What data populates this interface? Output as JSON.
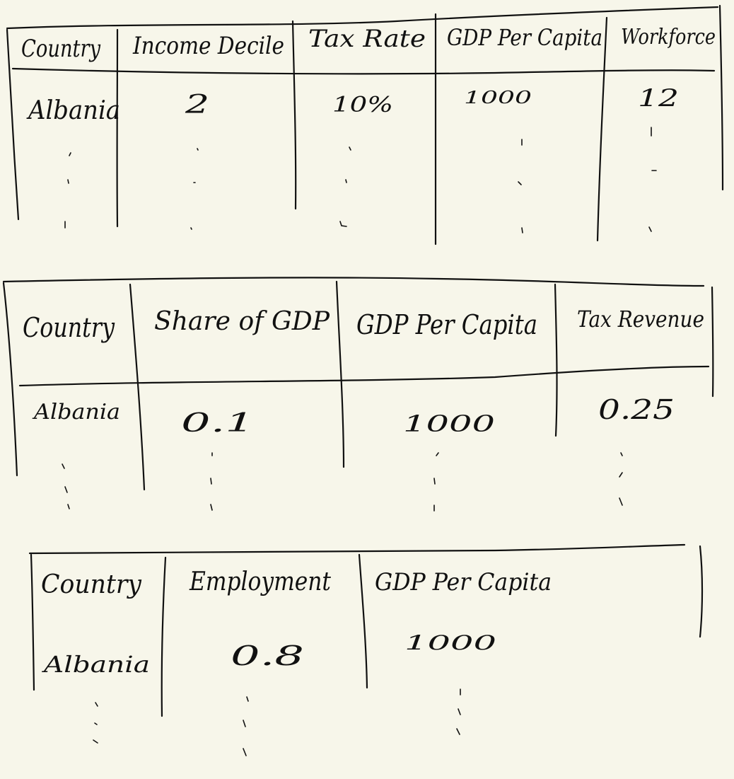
{
  "colors": {
    "paper": "#f7f6ea",
    "ink": "#111111"
  },
  "tables": [
    {
      "headers": [
        "Country",
        "Income Decile",
        "Tax Rate",
        "GDP Per Capita",
        "Workforce"
      ],
      "row": [
        "Albania",
        "2",
        "10%",
        "1000",
        "12"
      ]
    },
    {
      "headers": [
        "Country",
        "Share of GDP",
        "GDP Per Capita",
        "Tax Revenue"
      ],
      "row": [
        "Albania",
        "0.1",
        "1000",
        "0.25"
      ]
    },
    {
      "headers": [
        "Country",
        "Employment",
        "GDP Per Capita"
      ],
      "row": [
        "Albania",
        "0.8",
        "1000"
      ]
    }
  ]
}
